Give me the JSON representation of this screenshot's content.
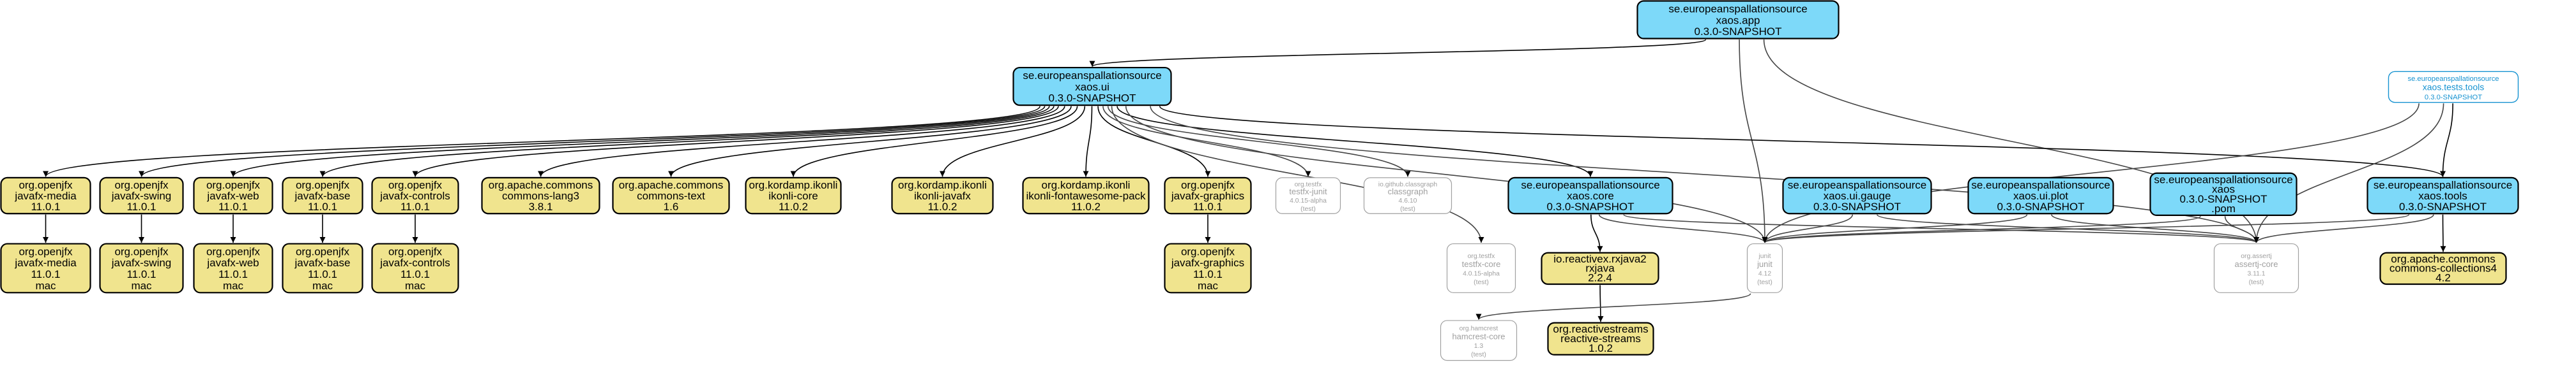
{
  "colors": {
    "module": "#7dd9f9",
    "external": "#f0e48e",
    "edge": "#000000",
    "test_stroke": "#a0a0a0",
    "test_text": "#a0a0a0",
    "test_focus_stroke": "#1793d1",
    "test_focus_text": "#1793d1"
  },
  "nodes": [
    {
      "id": "app",
      "kind": "module",
      "lines": [
        "se.europeanspallationsource",
        "xaos.app",
        "0.3.0-SNAPSHOT"
      ]
    },
    {
      "id": "ui",
      "kind": "module",
      "lines": [
        "se.europeanspallationsource",
        "xaos.ui",
        "0.3.0-SNAPSHOT"
      ]
    },
    {
      "id": "tests_tools",
      "kind": "test-module",
      "lines": [
        "se.europeanspallationsource",
        "xaos.tests.tools",
        "0.3.0-SNAPSHOT"
      ]
    },
    {
      "id": "fx_media",
      "kind": "external",
      "lines": [
        "org.openjfx",
        "javafx-media",
        "11.0.1"
      ]
    },
    {
      "id": "fx_swing",
      "kind": "external",
      "lines": [
        "org.openjfx",
        "javafx-swing",
        "11.0.1"
      ]
    },
    {
      "id": "fx_web",
      "kind": "external",
      "lines": [
        "org.openjfx",
        "javafx-web",
        "11.0.1"
      ]
    },
    {
      "id": "fx_base",
      "kind": "external",
      "lines": [
        "org.openjfx",
        "javafx-base",
        "11.0.1"
      ]
    },
    {
      "id": "fx_controls",
      "kind": "external",
      "lines": [
        "org.openjfx",
        "javafx-controls",
        "11.0.1"
      ]
    },
    {
      "id": "lang3",
      "kind": "external",
      "lines": [
        "org.apache.commons",
        "commons-lang3",
        "3.8.1"
      ]
    },
    {
      "id": "text",
      "kind": "external",
      "lines": [
        "org.apache.commons",
        "commons-text",
        "1.6"
      ]
    },
    {
      "id": "ikonli_core",
      "kind": "external",
      "lines": [
        "org.kordamp.ikonli",
        "ikonli-core",
        "11.0.2"
      ]
    },
    {
      "id": "ikonli_javafx",
      "kind": "external",
      "lines": [
        "org.kordamp.ikonli",
        "ikonli-javafx",
        "11.0.2"
      ]
    },
    {
      "id": "ikonli_fa",
      "kind": "external",
      "lines": [
        "org.kordamp.ikonli",
        "ikonli-fontawesome-pack",
        "11.0.2"
      ]
    },
    {
      "id": "fx_graphics",
      "kind": "external",
      "lines": [
        "org.openjfx",
        "javafx-graphics",
        "11.0.1"
      ]
    },
    {
      "id": "testfx_junit",
      "kind": "test",
      "lines": [
        "org.testfx",
        "testfx-junit",
        "4.0.15-alpha",
        "(test)"
      ]
    },
    {
      "id": "classgraph",
      "kind": "test",
      "lines": [
        "io.github.classgraph",
        "classgraph",
        "4.6.10",
        "(test)"
      ]
    },
    {
      "id": "core",
      "kind": "module",
      "lines": [
        "se.europeanspallationsource",
        "xaos.core",
        "0.3.0-SNAPSHOT"
      ]
    },
    {
      "id": "ui_gauge",
      "kind": "module",
      "lines": [
        "se.europeanspallationsource",
        "xaos.ui.gauge",
        "0.3.0-SNAPSHOT"
      ]
    },
    {
      "id": "ui_plot",
      "kind": "module",
      "lines": [
        "se.europeanspallationsource",
        "xaos.ui.plot",
        "0.3.0-SNAPSHOT"
      ]
    },
    {
      "id": "xaos_pom",
      "kind": "module",
      "lines": [
        "se.europeanspallationsource",
        "xaos",
        "0.3.0-SNAPSHOT",
        ".pom"
      ]
    },
    {
      "id": "tools",
      "kind": "module",
      "lines": [
        "se.europeanspallationsource",
        "xaos.tools",
        "0.3.0-SNAPSHOT"
      ]
    },
    {
      "id": "fx_media_mac",
      "kind": "external",
      "lines": [
        "org.openjfx",
        "javafx-media",
        "11.0.1",
        "mac"
      ]
    },
    {
      "id": "fx_swing_mac",
      "kind": "external",
      "lines": [
        "org.openjfx",
        "javafx-swing",
        "11.0.1",
        "mac"
      ]
    },
    {
      "id": "fx_web_mac",
      "kind": "external",
      "lines": [
        "org.openjfx",
        "javafx-web",
        "11.0.1",
        "mac"
      ]
    },
    {
      "id": "fx_base_mac",
      "kind": "external",
      "lines": [
        "org.openjfx",
        "javafx-base",
        "11.0.1",
        "mac"
      ]
    },
    {
      "id": "fx_controls_mac",
      "kind": "external",
      "lines": [
        "org.openjfx",
        "javafx-controls",
        "11.0.1",
        "mac"
      ]
    },
    {
      "id": "fx_graphics_mac",
      "kind": "external",
      "lines": [
        "org.openjfx",
        "javafx-graphics",
        "11.0.1",
        "mac"
      ]
    },
    {
      "id": "testfx_core",
      "kind": "test",
      "lines": [
        "org.testfx",
        "testfx-core",
        "4.0.15-alpha",
        "(test)"
      ]
    },
    {
      "id": "rxjava",
      "kind": "external",
      "lines": [
        "io.reactivex.rxjava2",
        "rxjava",
        "2.2.4"
      ]
    },
    {
      "id": "junit",
      "kind": "test",
      "lines": [
        "junit",
        "junit",
        "4.12",
        "(test)"
      ]
    },
    {
      "id": "assertj",
      "kind": "test",
      "lines": [
        "org.assertj",
        "assertj-core",
        "3.11.1",
        "(test)"
      ]
    },
    {
      "id": "collections4",
      "kind": "external",
      "lines": [
        "org.apache.commons",
        "commons-collections4",
        "4.2"
      ]
    },
    {
      "id": "hamcrest",
      "kind": "test",
      "lines": [
        "org.hamcrest",
        "hamcrest-core",
        "1.3",
        "(test)"
      ]
    },
    {
      "id": "reactive_streams",
      "kind": "external",
      "lines": [
        "org.reactivestreams",
        "reactive-streams",
        "1.0.2"
      ]
    }
  ],
  "edges": [
    [
      "app",
      "ui"
    ],
    [
      "app",
      "junit"
    ],
    [
      "app",
      "assertj"
    ],
    [
      "ui",
      "fx_media"
    ],
    [
      "ui",
      "fx_swing"
    ],
    [
      "ui",
      "fx_web"
    ],
    [
      "ui",
      "fx_base"
    ],
    [
      "ui",
      "fx_controls"
    ],
    [
      "ui",
      "lang3"
    ],
    [
      "ui",
      "text"
    ],
    [
      "ui",
      "ikonli_core"
    ],
    [
      "ui",
      "ikonli_javafx"
    ],
    [
      "ui",
      "ikonli_fa"
    ],
    [
      "ui",
      "fx_graphics"
    ],
    [
      "ui",
      "testfx_junit"
    ],
    [
      "ui",
      "classgraph"
    ],
    [
      "ui",
      "core"
    ],
    [
      "ui",
      "tools"
    ],
    [
      "ui",
      "testfx_core"
    ],
    [
      "ui",
      "junit"
    ],
    [
      "ui",
      "assertj"
    ],
    [
      "tests_tools",
      "tools"
    ],
    [
      "tests_tools",
      "junit"
    ],
    [
      "tests_tools",
      "assertj"
    ],
    [
      "fx_media",
      "fx_media_mac"
    ],
    [
      "fx_swing",
      "fx_swing_mac"
    ],
    [
      "fx_web",
      "fx_web_mac"
    ],
    [
      "fx_base",
      "fx_base_mac"
    ],
    [
      "fx_controls",
      "fx_controls_mac"
    ],
    [
      "fx_graphics",
      "fx_graphics_mac"
    ],
    [
      "core",
      "rxjava"
    ],
    [
      "core",
      "junit"
    ],
    [
      "core",
      "assertj"
    ],
    [
      "ui_gauge",
      "junit"
    ],
    [
      "ui_gauge",
      "assertj"
    ],
    [
      "ui_plot",
      "junit"
    ],
    [
      "ui_plot",
      "assertj"
    ],
    [
      "xaos_pom",
      "junit"
    ],
    [
      "xaos_pom",
      "assertj"
    ],
    [
      "tools",
      "collections4"
    ],
    [
      "tools",
      "junit"
    ],
    [
      "tools",
      "assertj"
    ],
    [
      "rxjava",
      "reactive_streams"
    ],
    [
      "junit",
      "hamcrest"
    ]
  ]
}
